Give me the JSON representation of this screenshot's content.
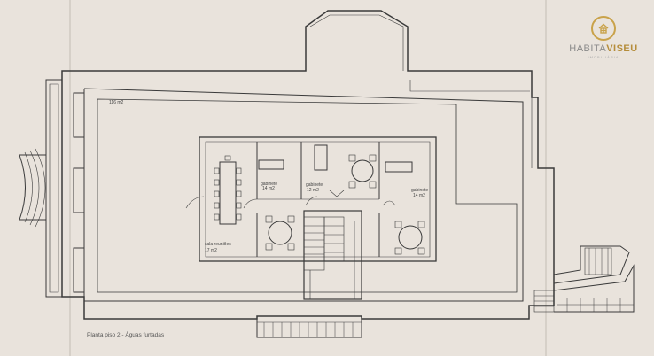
{
  "plan": {
    "caption": "Planta piso 2 - Águas furtadas",
    "total_area": "116 m2",
    "rooms": [
      {
        "name": "sala reuniões",
        "area": "17 m2"
      },
      {
        "name": "gabinete",
        "area": "14 m2"
      },
      {
        "name": "gabinete",
        "area": "12 m2"
      },
      {
        "name": "gabinete",
        "area": "14 m2"
      }
    ]
  },
  "brand": {
    "name_part1": "HABITA",
    "name_part2": "VISEU",
    "tagline": "IMOBILIÁRIA",
    "accent_color": "#c9a24a",
    "icon": "house-icon"
  },
  "colors": {
    "paper": "#e9e3dc",
    "ink": "#3a3a3a"
  }
}
